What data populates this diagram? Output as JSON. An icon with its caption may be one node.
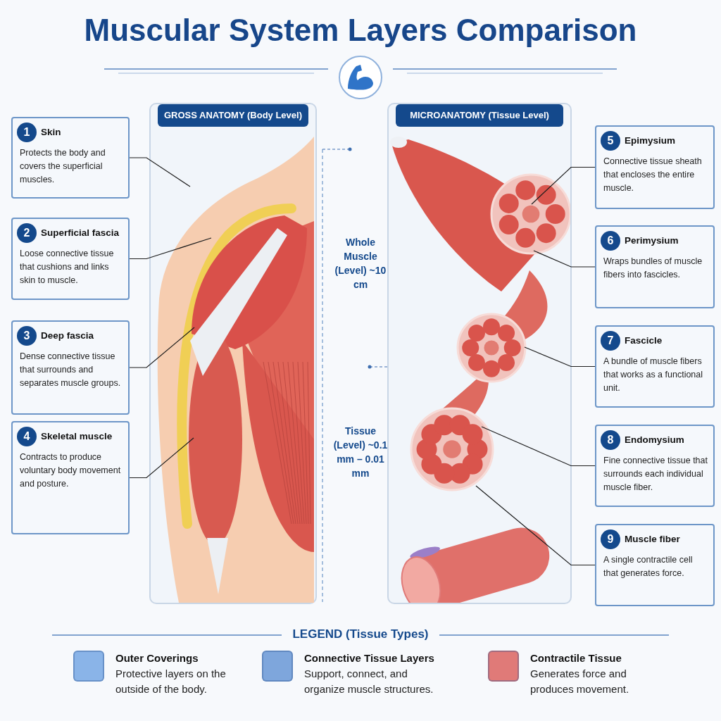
{
  "diagram": {
    "title": "Muscular System Layers Comparison",
    "nodes": [
      {
        "text": [
          "1",
          "Skin",
          "Protects the body and covers the superficial muscles."
        ]
      },
      {
        "text": [
          "2",
          "Superficial fascia",
          "Loose connective tissue that cushions and links skin to muscle."
        ]
      },
      {
        "text": [
          "3",
          "Deep fascia",
          "Dense connective tissue that surrounds and separates muscle groups."
        ]
      },
      {
        "text": [
          "4",
          "Skeletal muscle",
          "Contracts to produce voluntary body movement and posture."
        ]
      },
      {
        "text": [
          "GROSS ANATOMY (Body Level)"
        ]
      },
      {
        "text": [
          "MICROANATOMY (Tissue Level)"
        ]
      },
      {
        "text": [
          "5",
          "Epimysium",
          "Connective tissue sheath that encloses the entire muscle."
        ]
      },
      {
        "text": [
          "6",
          "Perimysium",
          "Wraps bundles of muscle fibers into fascicles."
        ]
      },
      {
        "text": [
          "7",
          "Fascicle",
          "A bundle of muscle fibers that works as a functional unit."
        ]
      },
      {
        "text": [
          "8",
          "Endomysium",
          "Fine connective tissue that surrounds each individual muscle fiber."
        ]
      },
      {
        "text": [
          "9",
          "Muscle fiber",
          "A single contractile cell that generates force."
        ]
      }
    ],
    "edges": [
      {
        "from": 0,
        "to": 4,
        "arrow": "none"
      },
      {
        "from": 1,
        "to": 4,
        "arrow": "none"
      },
      {
        "from": 2,
        "to": 4,
        "arrow": "none"
      },
      {
        "from": 3,
        "to": 4,
        "arrow": "none"
      },
      {
        "from": 6,
        "to": 5,
        "arrow": "none"
      },
      {
        "from": 7,
        "to": 5,
        "arrow": "none"
      },
      {
        "from": 8,
        "to": 5,
        "arrow": "none"
      },
      {
        "from": 9,
        "to": 5,
        "arrow": "none"
      },
      {
        "from": 10,
        "to": 5,
        "arrow": "none"
      }
    ],
    "labels": [
      "Whole Muscle (Level) ~10 cm",
      "Tissue (Level) ~0.1 mm – 0.01 mm",
      "LEGEND (Tissue Types)",
      "Protective layers on the outside of the body.",
      "Support, connect, and organize muscle structures.",
      "Generates force and produces movement."
    ],
    "legend": [
      {
        "text": "Outer Coverings",
        "color": "#8ab4e8"
      },
      {
        "text": "Connective Tissue Layers",
        "color": "#7ea6dc"
      },
      {
        "text": "Contractile Tissue",
        "color": "#e07a78"
      }
    ]
  }
}
